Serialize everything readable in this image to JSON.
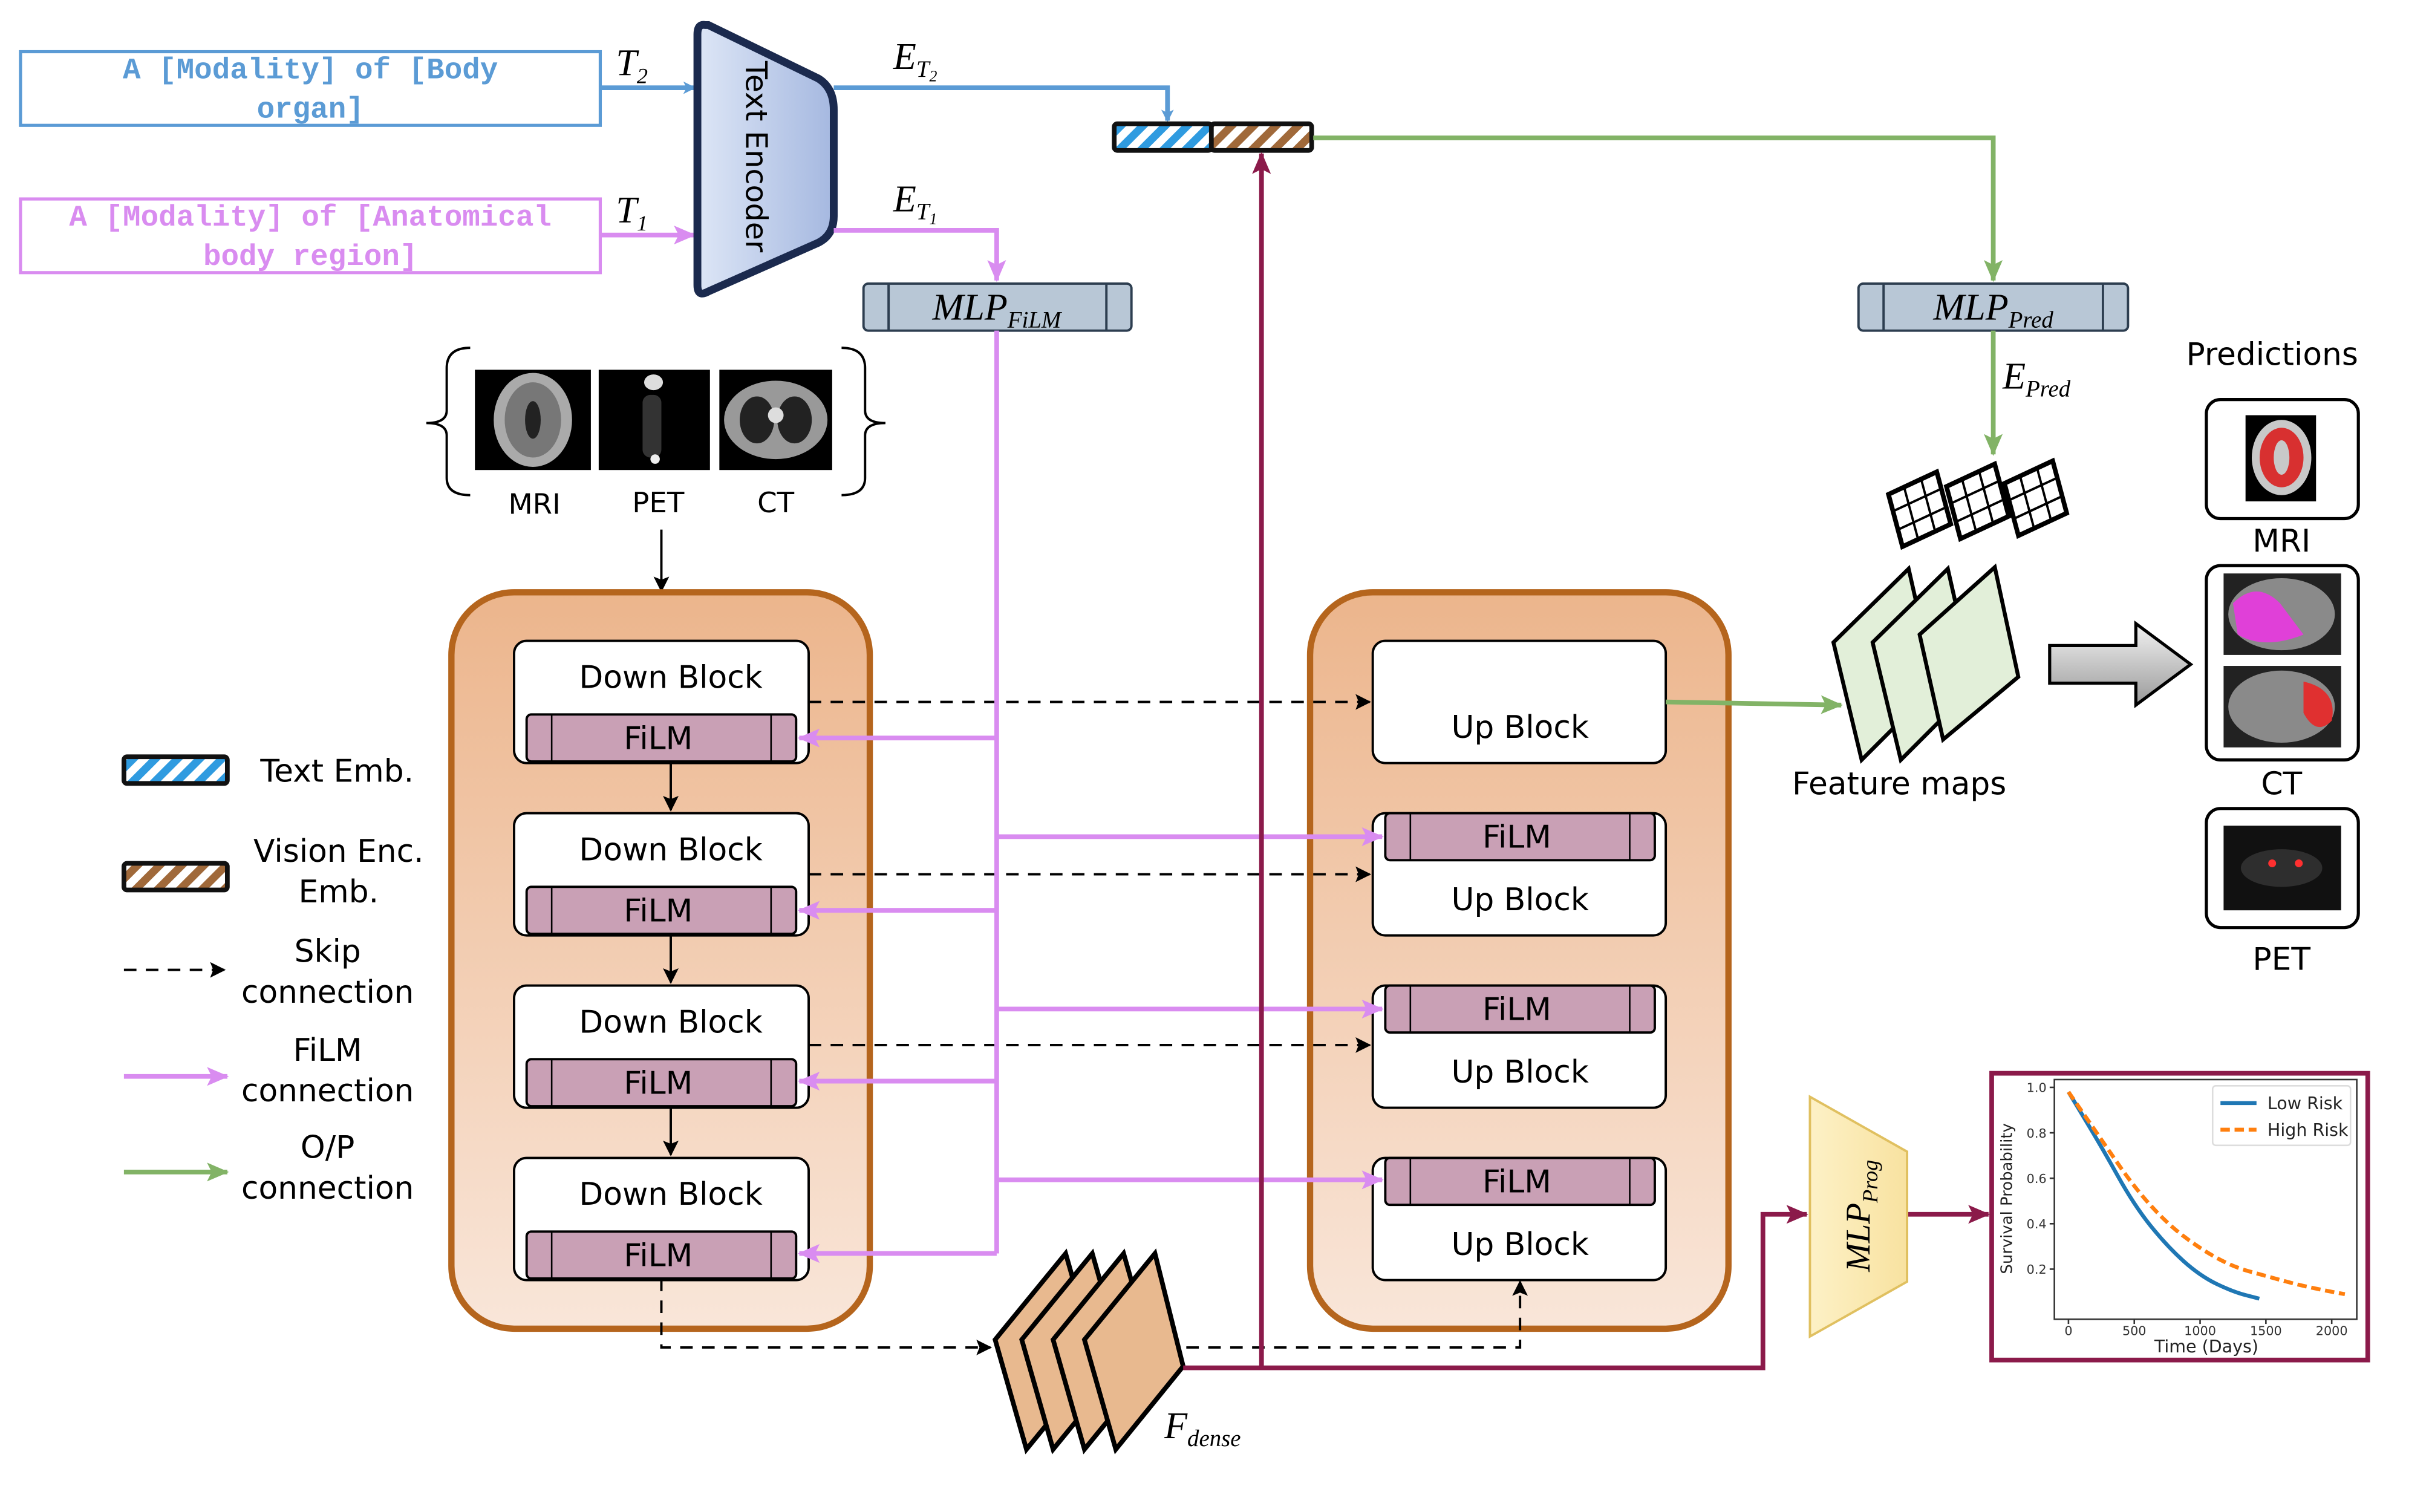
{
  "prompts": {
    "organ": {
      "line1": "A [Modality] of [Body",
      "line2": "organ]",
      "color": "#5b9bd5"
    },
    "region": {
      "line1": "A [Modality] of [Anatomical",
      "line2": "body region]",
      "color": "#d98cf0"
    }
  },
  "labels": {
    "t2": {
      "main": "T",
      "sub": "2"
    },
    "t1": {
      "main": "T",
      "sub": "1"
    },
    "et2": {
      "main": "E",
      "sub": "T",
      "subsub": "2"
    },
    "et1": {
      "main": "E",
      "sub": "T",
      "subsub": "1"
    },
    "epred": {
      "main": "E",
      "sub": "Pred"
    },
    "fdense": {
      "main": "F",
      "sub": "dense"
    }
  },
  "text_encoder": "Text Encoder",
  "mlp_film": {
    "main": "MLP",
    "sub": "FiLM"
  },
  "mlp_pred": {
    "main": "MLP",
    "sub": "Pred"
  },
  "mlp_prog": {
    "main": "MLP",
    "sub": "Prog"
  },
  "modalities": [
    "MRI",
    "PET",
    "CT"
  ],
  "encoder": {
    "block_label": "Down Block",
    "film_label": "FiLM"
  },
  "decoder": {
    "block_label": "Up Block",
    "film_label": "FiLM"
  },
  "feature_maps": "Feature maps",
  "predictions": {
    "title": "Predictions",
    "items": [
      "MRI",
      "CT",
      "PET"
    ]
  },
  "legend": {
    "text_emb": "Text Emb.",
    "vision_emb_1": "Vision Enc.",
    "vision_emb_2": "Emb.",
    "skip_1": "Skip",
    "skip_2": "connection",
    "film_1": "FiLM",
    "film_2": "connection",
    "op_1": "O/P",
    "op_2": "connection"
  },
  "colors": {
    "text_blue": "#5b9bd5",
    "film_pink": "#d98cf0",
    "output_green": "#82b366",
    "prognosis_maroon": "#8b1a4a",
    "block_orange": "#b5651d",
    "film_block": "#c9a0b5"
  },
  "chart_data": {
    "type": "line",
    "xlabel": "Time (Days)",
    "ylabel": "Survival Probability",
    "xlim": [
      -100,
      2200
    ],
    "ylim": [
      0.03,
      1.03
    ],
    "xticks": [
      "0",
      "500",
      "1000",
      "1500",
      "2000"
    ],
    "yticks": [
      "0.2",
      "0.4",
      "0.6",
      "0.8",
      "1.0"
    ],
    "legend_position": "top-right",
    "series": [
      {
        "name": "Low Risk",
        "style": "solid",
        "color": "#1f77b4",
        "x": [
          0,
          250,
          500,
          750,
          1000,
          1250,
          1450
        ],
        "y": [
          0.98,
          0.74,
          0.48,
          0.3,
          0.17,
          0.1,
          0.07
        ]
      },
      {
        "name": "High Risk",
        "style": "dashed",
        "color": "#ff7f0e",
        "x": [
          0,
          250,
          500,
          750,
          1000,
          1250,
          1500,
          1750,
          2000,
          2100
        ],
        "y": [
          0.98,
          0.77,
          0.56,
          0.4,
          0.29,
          0.21,
          0.17,
          0.13,
          0.1,
          0.09
        ]
      }
    ]
  }
}
